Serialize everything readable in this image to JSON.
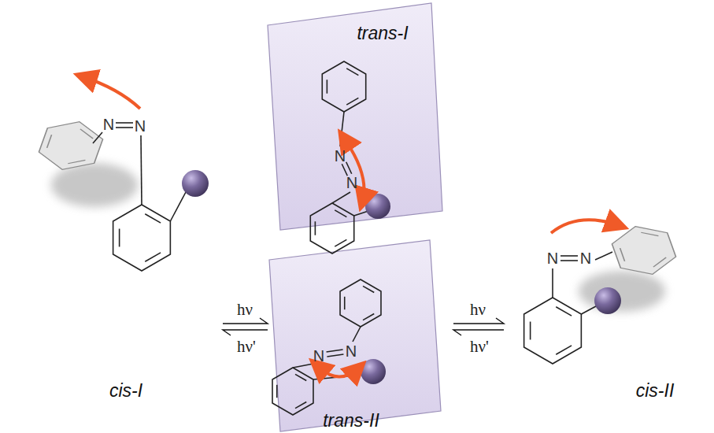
{
  "diagram": {
    "nodes": [
      {
        "text": [
          "trans-I"
        ]
      },
      {
        "text": [
          "trans-II"
        ]
      }
    ],
    "labels": [
      "cis-I",
      "hν",
      "hν'",
      "hν",
      "hν'",
      "cis-II",
      "N",
      "N",
      "N",
      "N",
      "N",
      "N",
      "N",
      "N"
    ]
  }
}
